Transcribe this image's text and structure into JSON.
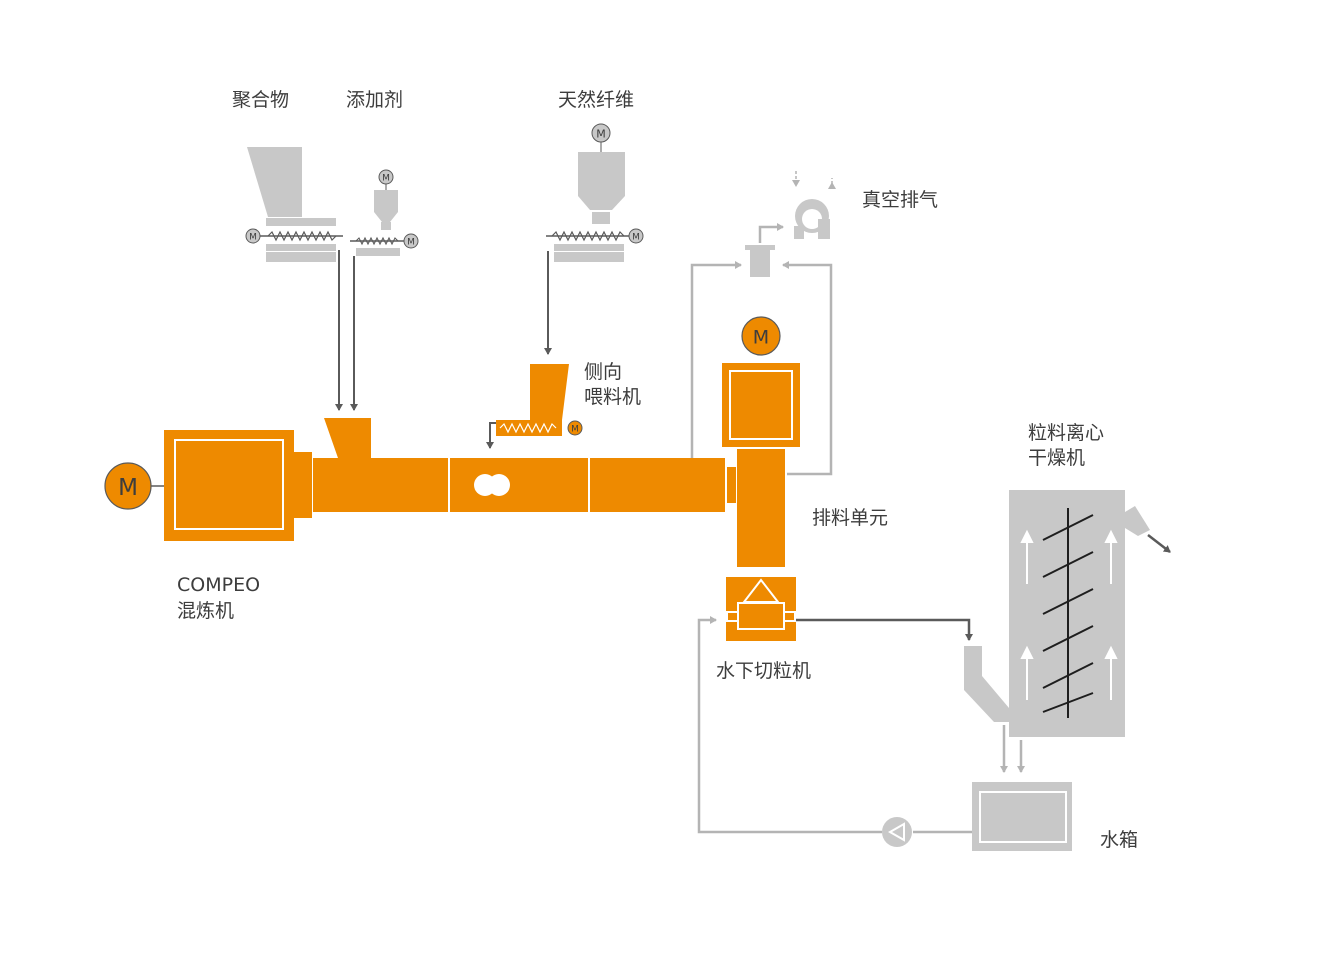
{
  "labels": {
    "polymer": "聚合物",
    "additive": "添加剂",
    "natural_fiber": "天然纤维",
    "vacuum_degassing": "真空排气",
    "side_feeder_line1": "侧向",
    "side_feeder_line2": "喂料机",
    "compeo_line1": "COMPEO",
    "compeo_line2": "混炼机",
    "discharge_unit": "排料单元",
    "underwater_pelletizer": "水下切粒机",
    "dryer_line1": "粒料离心",
    "dryer_line2": "干燥机",
    "water_tank": "水箱"
  },
  "motor_symbol": "M",
  "colors": {
    "orange": "#EE8A00",
    "gray_fill": "#C8C8C8",
    "gray_line": "#B4B4B4",
    "dark_line": "#5A5A5A",
    "text": "#3D3D3D"
  }
}
